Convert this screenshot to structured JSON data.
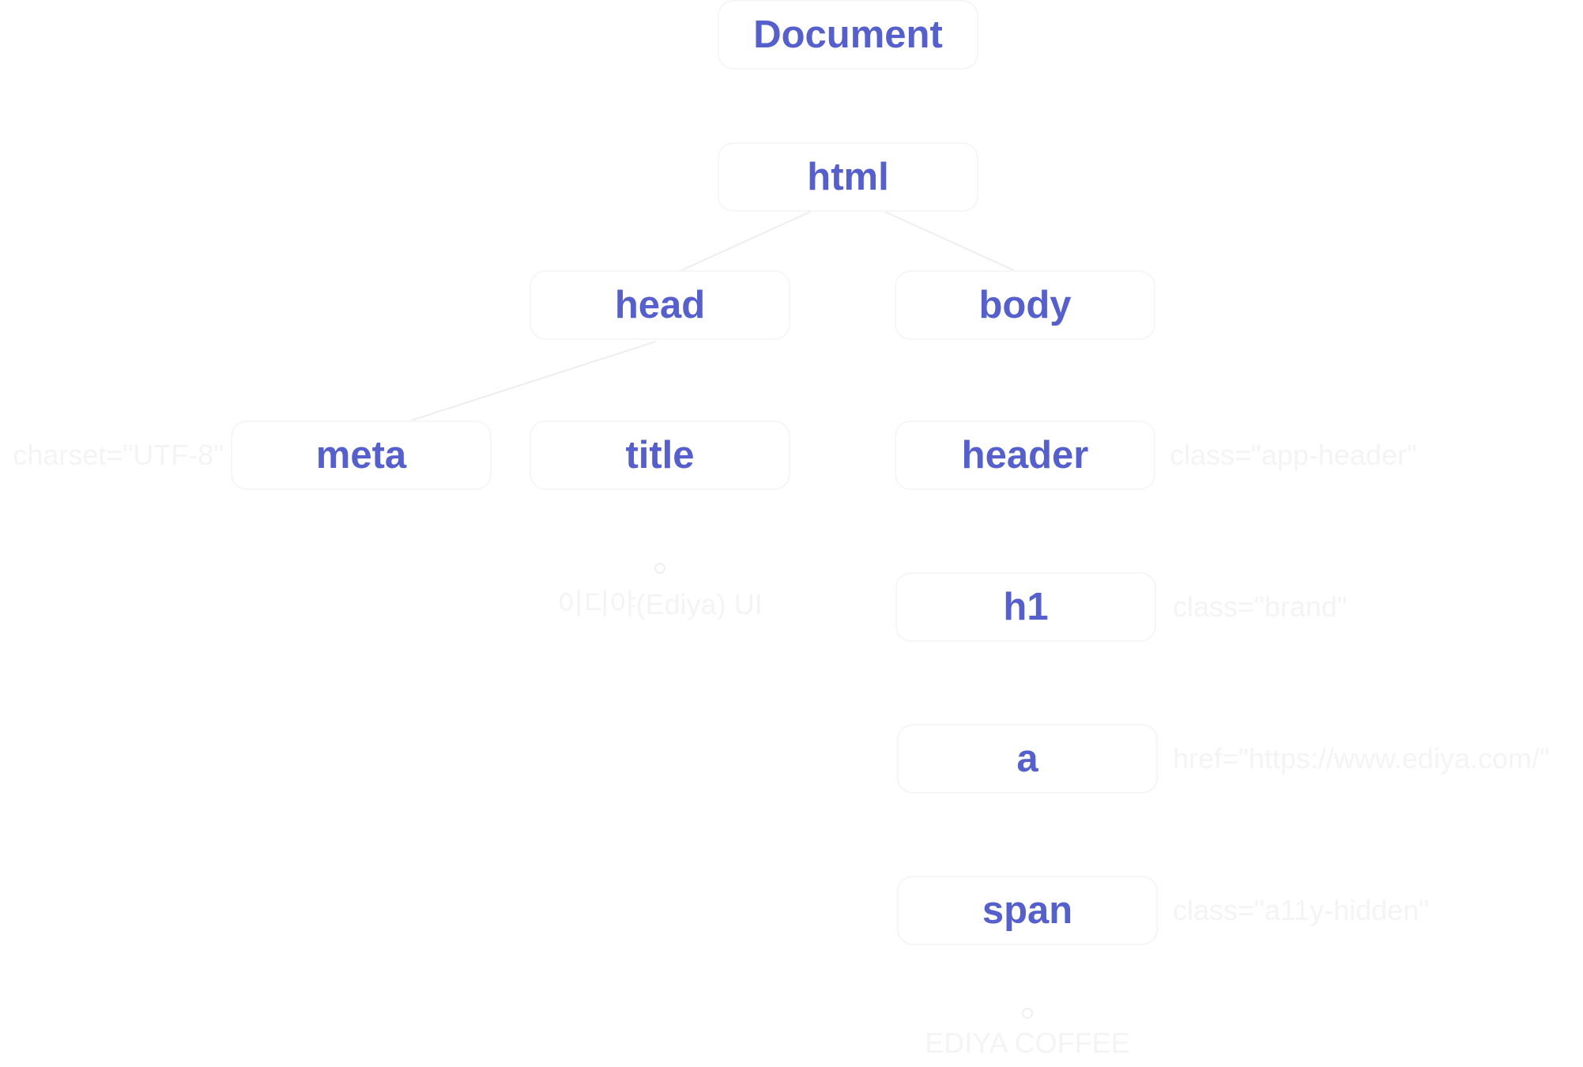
{
  "tree": {
    "document": {
      "label": "Document"
    },
    "html": {
      "label": "html"
    },
    "head": {
      "label": "head"
    },
    "body": {
      "label": "body"
    },
    "meta": {
      "label": "meta",
      "attribute": "charset=\"UTF-8\""
    },
    "title": {
      "label": "title",
      "text_node": "이디야(Ediya) UI"
    },
    "header": {
      "label": "header",
      "attribute": "class=\"app-header\""
    },
    "h1": {
      "label": "h1",
      "attribute": "class=\"brand\""
    },
    "a": {
      "label": "a",
      "attribute": "href=\"https://www.ediya.com/\""
    },
    "span": {
      "label": "span",
      "attribute": "class=\"a11y-hidden\"",
      "text_node": "EDIYA COFFEE"
    }
  },
  "colors": {
    "node_text": "#5660cd",
    "node_border": "#f6f6f6",
    "faint_text": "#f4f4f4",
    "edge": "#eeeeee",
    "background": "#ffffff"
  }
}
